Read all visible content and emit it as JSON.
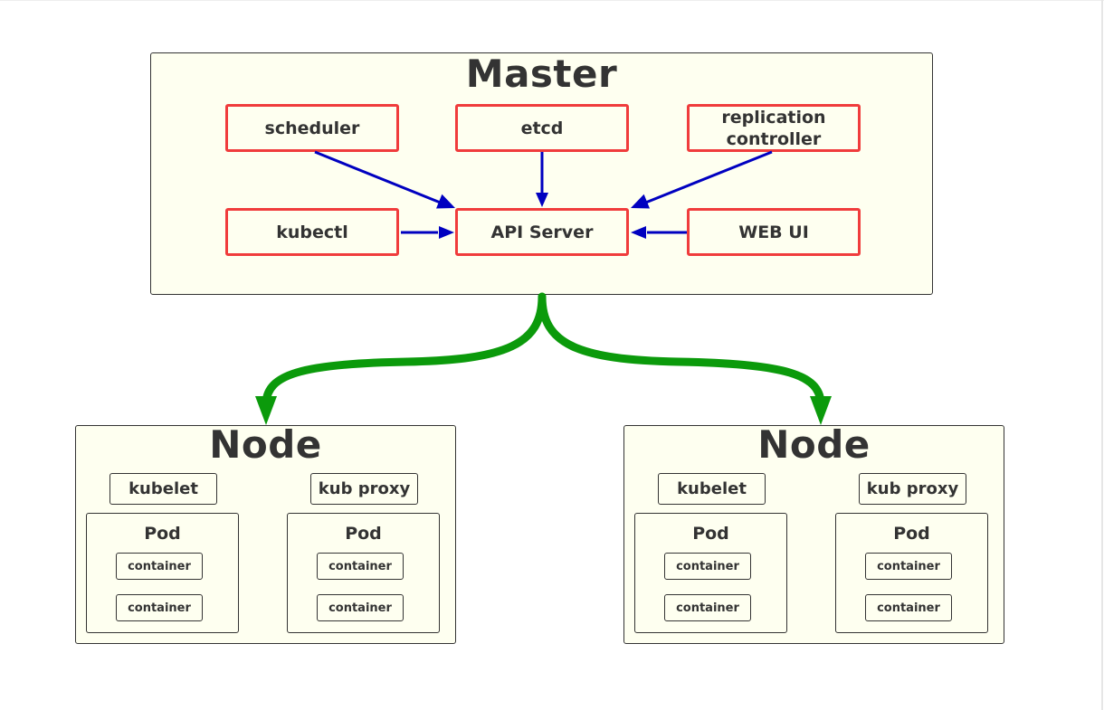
{
  "master": {
    "title": "Master",
    "components": {
      "scheduler": "scheduler",
      "etcd": "etcd",
      "replication_controller": "replication\ncontroller",
      "kubectl": "kubectl",
      "api_server": "API Server",
      "web_ui": "WEB UI"
    }
  },
  "nodes": [
    {
      "title": "Node",
      "kubelet": "kubelet",
      "proxy": "kub proxy",
      "pods": [
        {
          "title": "Pod",
          "containers": [
            "container",
            "container"
          ]
        },
        {
          "title": "Pod",
          "containers": [
            "container",
            "container"
          ]
        }
      ]
    },
    {
      "title": "Node",
      "kubelet": "kubelet",
      "proxy": "kub proxy",
      "pods": [
        {
          "title": "Pod",
          "containers": [
            "container",
            "container"
          ]
        },
        {
          "title": "Pod",
          "containers": [
            "container",
            "container"
          ]
        }
      ]
    }
  ],
  "colors": {
    "component_border": "#f03c3c",
    "internal_arrow": "#0000c0",
    "node_link": "#0b9a0b",
    "panel_fill": "#fefff0",
    "text": "#333333"
  }
}
